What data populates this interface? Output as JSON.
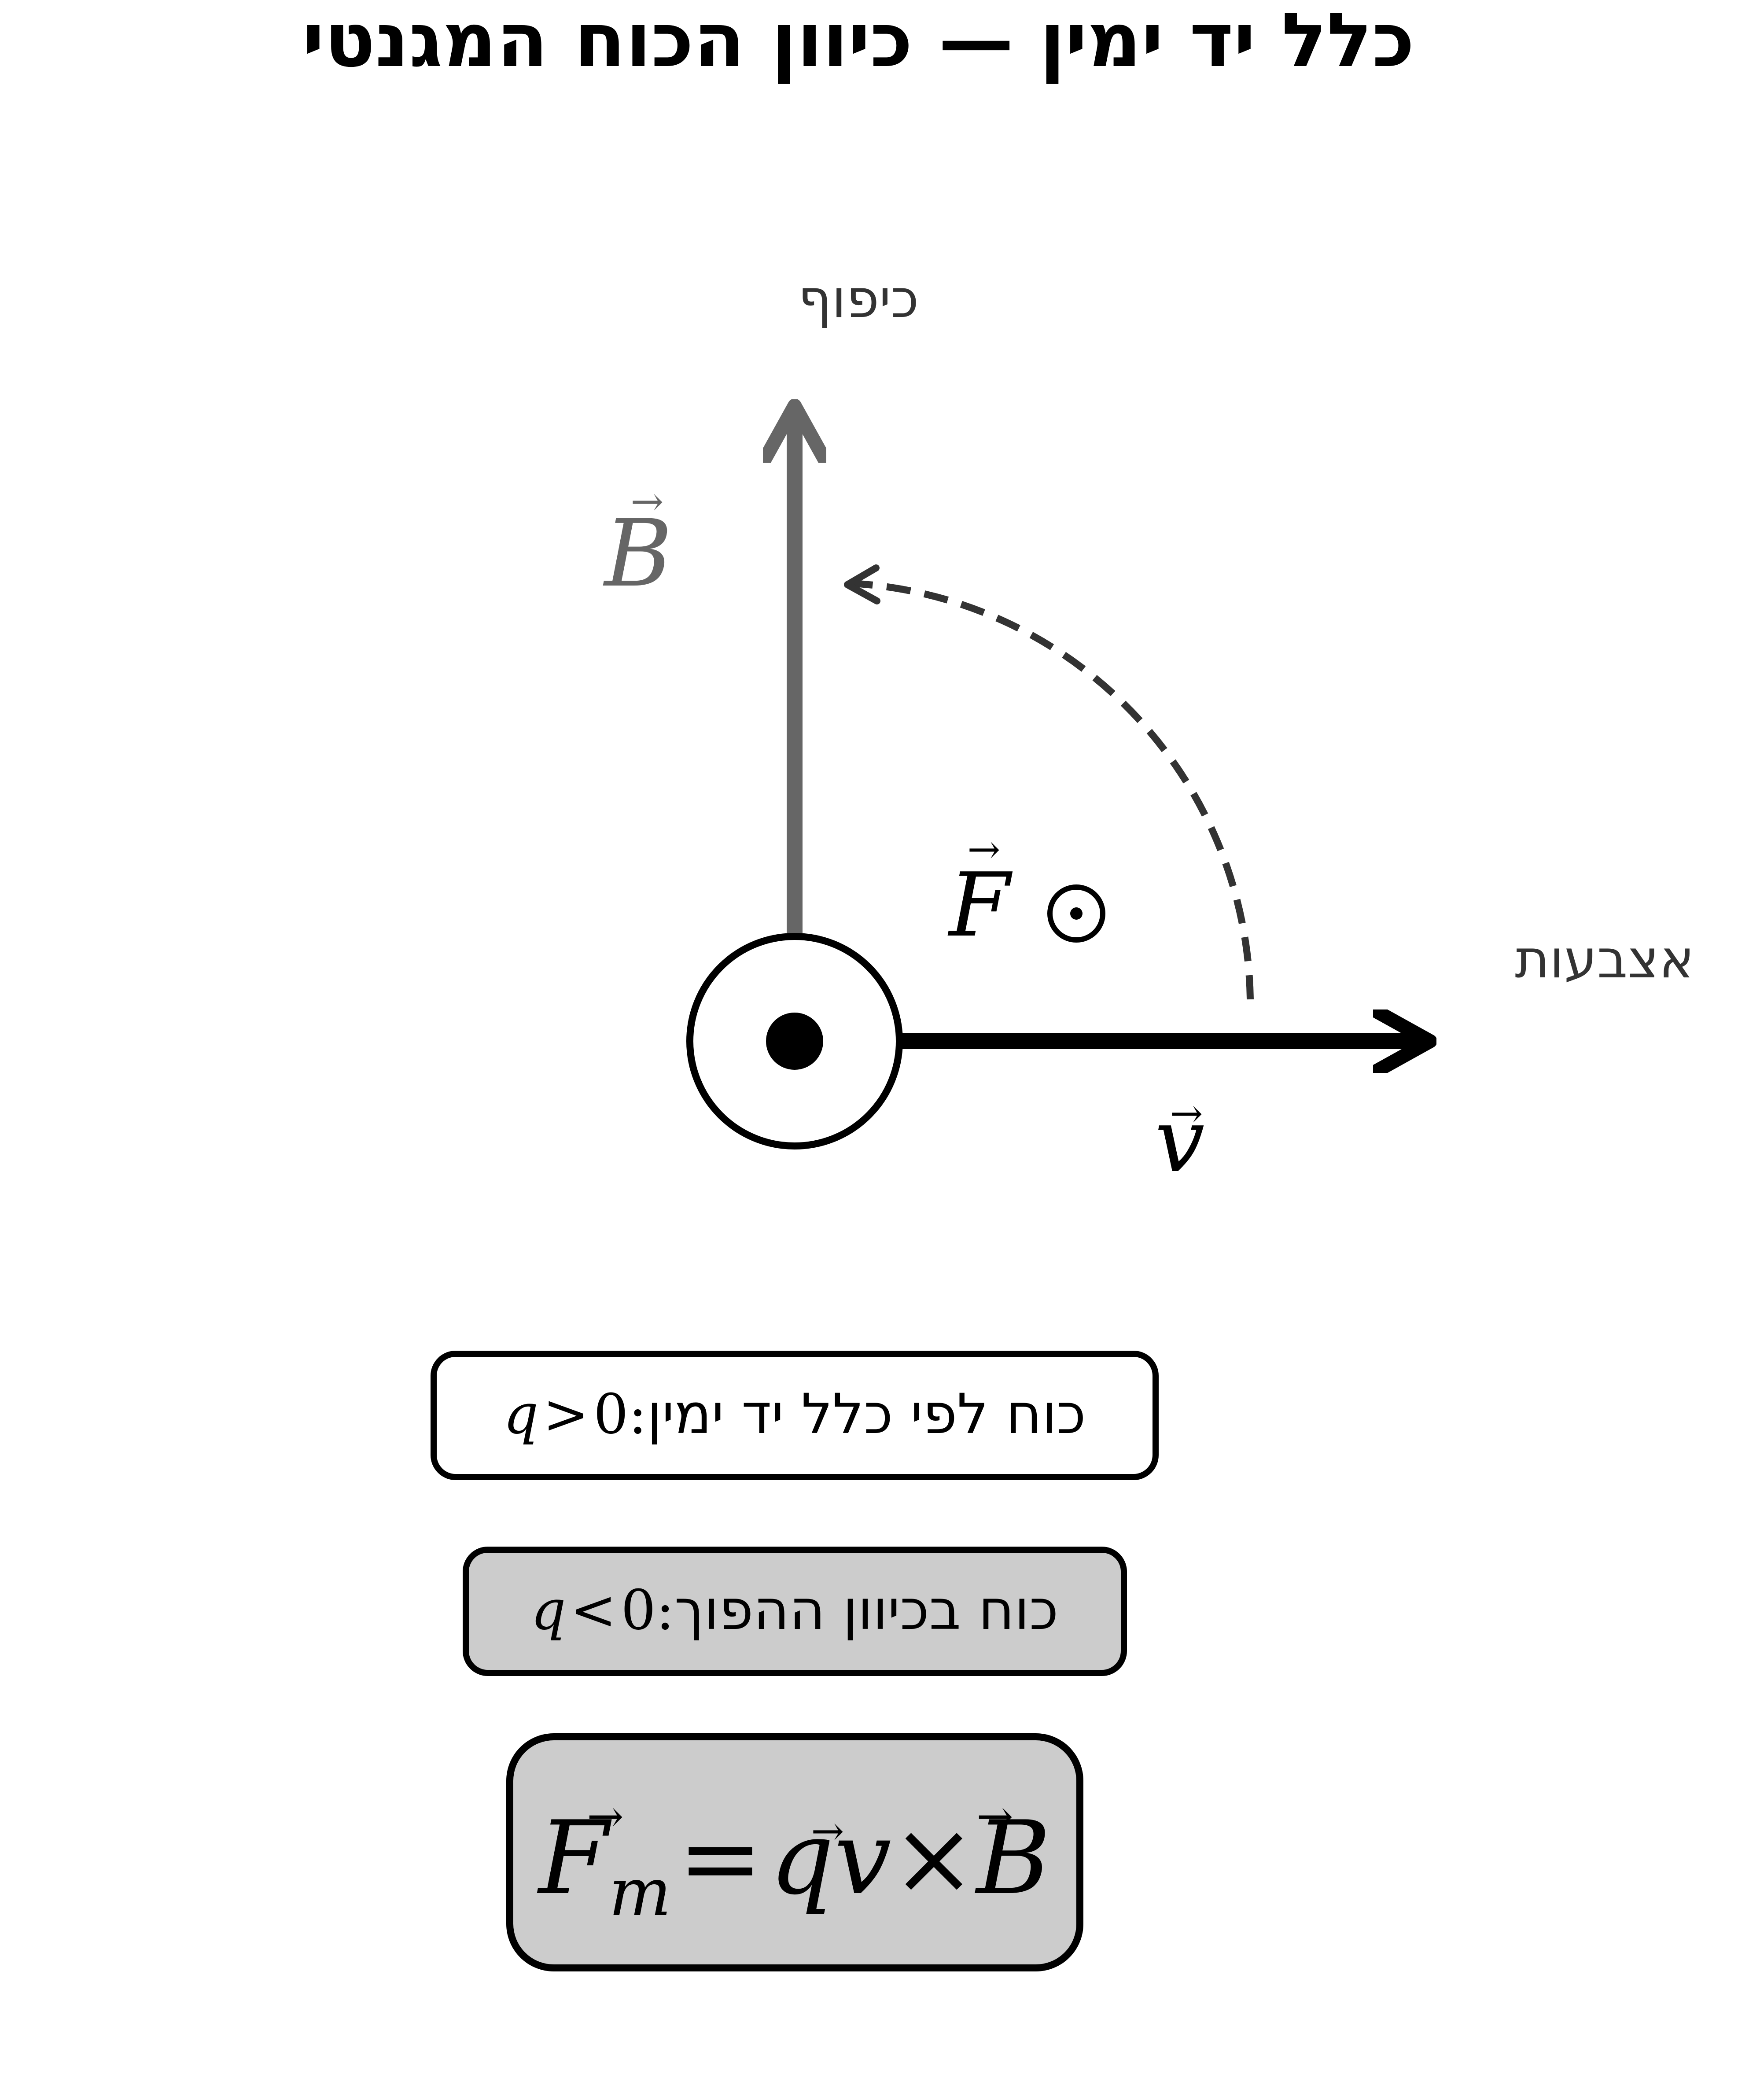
{
  "title": "כלל יד ימין — כיוון הכוח המגנטי",
  "labels": {
    "thumb": "כיפוף",
    "fingers": "אצבעות",
    "b_vector": "B",
    "v_vector": "v",
    "f_vector": "F",
    "out_of_page_symbol": "⊙"
  },
  "boxes": {
    "positive": {
      "math_q": "q",
      "math_rel": ">",
      "math_zero": "0:",
      "text": "כוח לפי כלל יד ימין"
    },
    "negative": {
      "math_q": "q",
      "math_rel": "<",
      "math_zero": "0:",
      "text": "כוח בכיוון ההפוך"
    }
  },
  "formula": {
    "F": "F",
    "sub": "m",
    "eq": "=",
    "q": "q",
    "v": "v",
    "times": "×",
    "B": "B"
  },
  "colors": {
    "b_vector": "#666666",
    "v_vector": "#000000",
    "rotation_arc": "#333333",
    "negative_box_fill": "#cccccc",
    "formula_box_fill": "#cccccc",
    "label_text": "#333333"
  }
}
